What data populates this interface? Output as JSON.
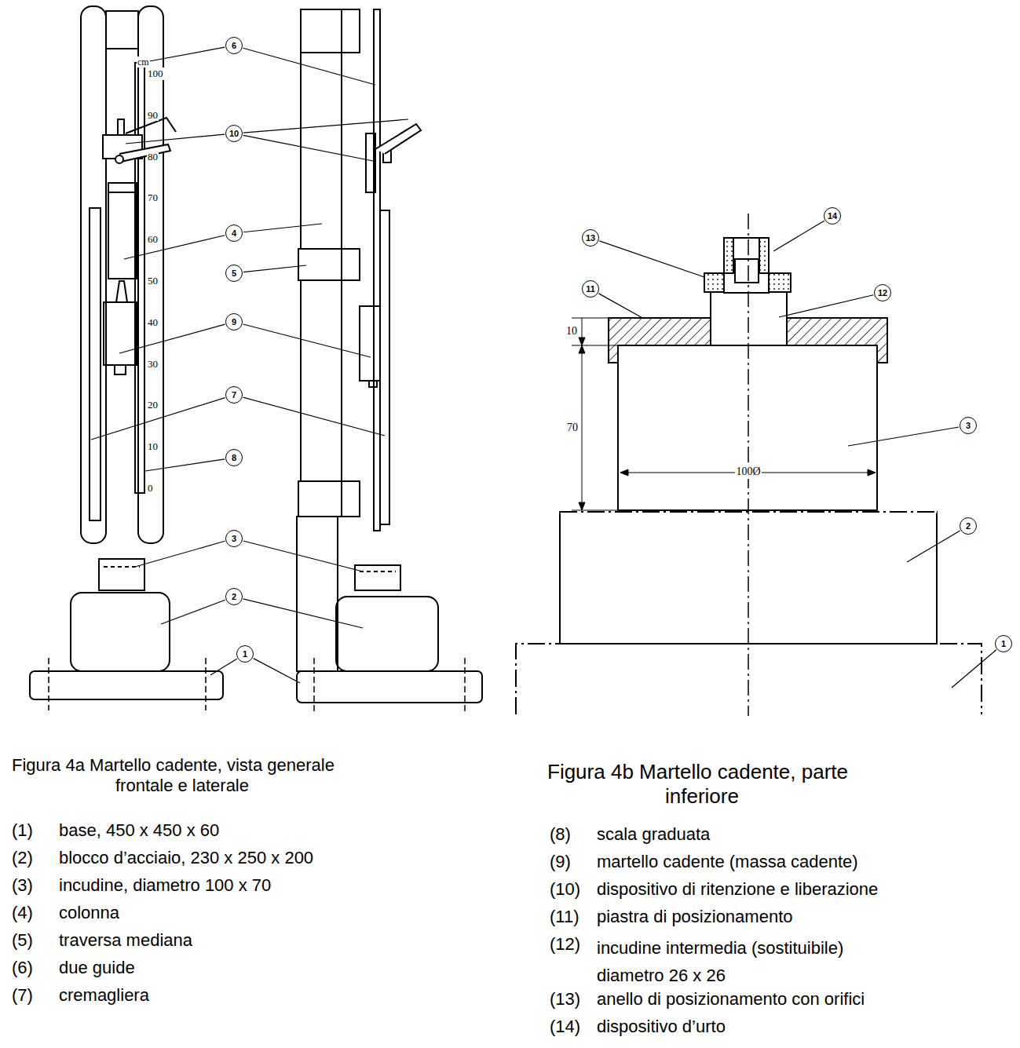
{
  "diagram": {
    "nodes": [
      {
        "text": [
          "6"
        ]
      },
      {
        "text": [
          "10"
        ]
      },
      {
        "text": [
          "4"
        ]
      },
      {
        "text": [
          "5"
        ]
      },
      {
        "text": [
          "9"
        ]
      },
      {
        "text": [
          "7"
        ]
      },
      {
        "text": [
          "8"
        ]
      },
      {
        "text": [
          "3"
        ]
      },
      {
        "text": [
          "2"
        ]
      },
      {
        "text": [
          "1"
        ]
      },
      {
        "text": [
          "14"
        ]
      },
      {
        "text": [
          "13"
        ]
      },
      {
        "text": [
          "11"
        ]
      },
      {
        "text": [
          "12"
        ]
      },
      {
        "text": [
          "3"
        ]
      },
      {
        "text": [
          "2"
        ]
      },
      {
        "text": [
          "1"
        ]
      }
    ],
    "labels": [
      "cm",
      "100",
      "90",
      "80",
      "70",
      "60",
      "50",
      "40",
      "30",
      "20",
      "10",
      "0",
      "10",
      "70",
      "100Ø",
      "Figura 4a Martello cadente, vista generale frontale e laterale",
      "(1)",
      "base, 450 x 450 x 60",
      "(2)",
      "blocco d’acciaio, 230 x 250 x 200",
      "(3)",
      "incudine, diametro 100 x 70",
      "(4)",
      "colonna",
      "(5)",
      "traversa mediana",
      "(6)",
      "due guide",
      "(7)",
      "cremagliera",
      "Figura 4b Martello cadente, parte inferiore",
      "(8)",
      "scala graduata",
      "(9)",
      "martello cadente (massa cadente)",
      "(10)",
      "dispositivo di ritenzione e liberazione",
      "(11)",
      "piastra di posizionamento",
      "(12)",
      "incudine intermedia (sostituibile) diametro 26 x 26",
      "(13)",
      "anello di posizionamento con orifici",
      "(14)",
      "dispositivo d’urto"
    ]
  }
}
